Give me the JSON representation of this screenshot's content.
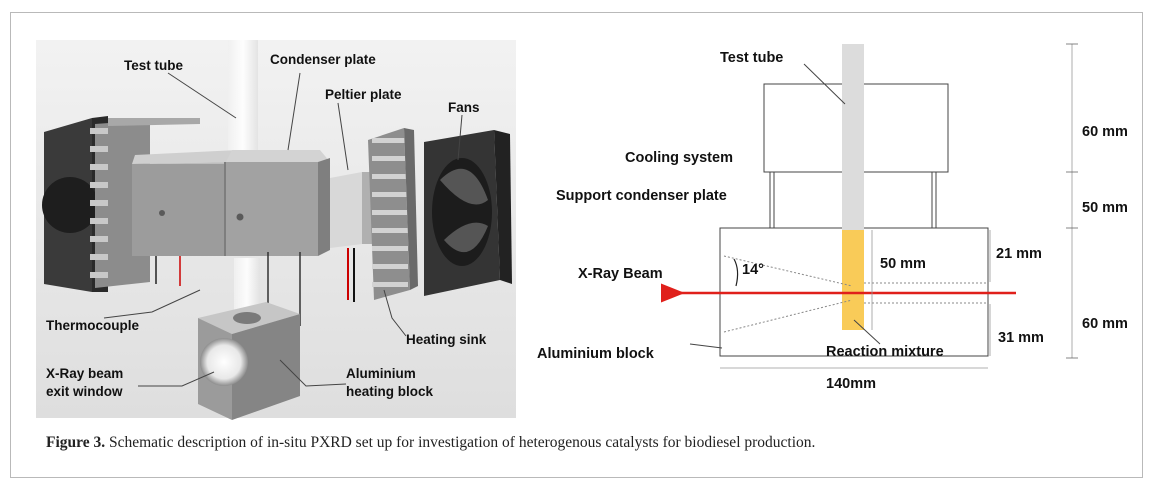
{
  "left_figure": {
    "labels": {
      "test_tube": "Test tube",
      "condenser_plate": "Condenser plate",
      "peltier_plate": "Peltier plate",
      "fans": "Fans",
      "thermocouple": "Thermocouple",
      "heating_sink": "Heating sink",
      "xray_exit_line1": "X-Ray beam",
      "xray_exit_line2": "exit  window",
      "heating_block_line1": "Aluminium",
      "heating_block_line2": "heating block"
    }
  },
  "right_figure": {
    "labels": {
      "test_tube": "Test tube",
      "cooling_system": "Cooling system",
      "support_condenser": "Support condenser plate",
      "xray_beam": "X-Ray Beam",
      "aluminium_block": "Aluminium block",
      "reaction_mixture": "Reaction mixture",
      "angle": "14°",
      "inner_depth": "50 mm",
      "top_margin": "21 mm",
      "bottom_margin": "31 mm",
      "width": "140mm",
      "dim_cooling": "60 mm",
      "dim_support": "50 mm",
      "dim_block": "60 mm"
    },
    "colors": {
      "beam": "#e0201b",
      "mixture": "#f9cb58",
      "tube": "#dcdcdc"
    }
  },
  "caption": {
    "label": "Figure 3.",
    "text": " Schematic description of in-situ PXRD set up for investigation of heterogenous catalysts for biodiesel production."
  }
}
